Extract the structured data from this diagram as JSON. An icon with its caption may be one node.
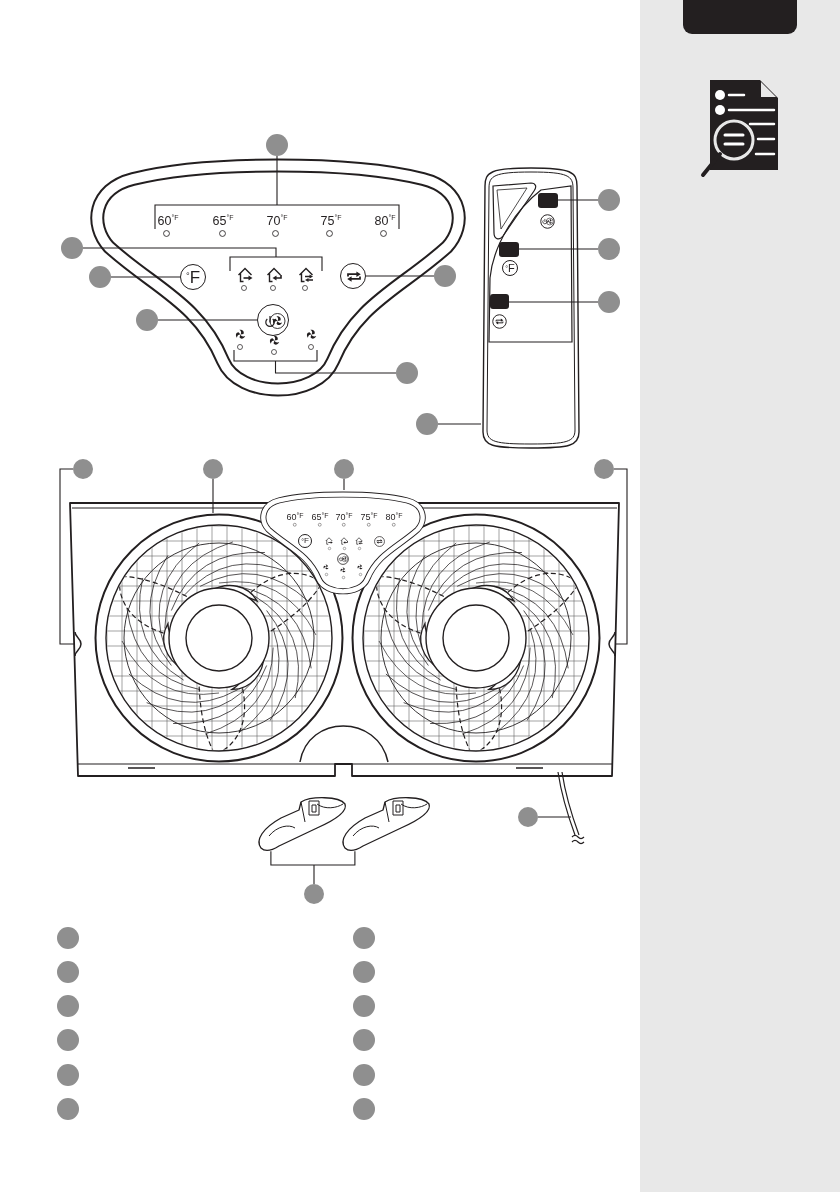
{
  "diagram": {
    "nodes": [
      {
        "text": [],
        "shape": "circle"
      },
      {
        "text": [],
        "shape": "picture"
      },
      {
        "text": [
          "60$^{°F}$",
          "65$^{°F}$",
          "70$^{°F}$",
          "75$^{°F}$",
          "80$^{°F}$"
        ],
        "in": 1
      },
      {
        "text": [],
        "shape": "circle"
      },
      {
        "text": [],
        "shape": "picture",
        "in": 1
      },
      {
        "text": [],
        "shape": "circle"
      },
      {
        "text": [
          "$^{°}$F"
        ],
        "in": 1
      },
      {
        "text": [],
        "shape": "circle",
        "in": 1
      },
      {
        "text": [],
        "shape": "circle"
      },
      {
        "text": [],
        "shape": "circle"
      },
      {
        "text": [],
        "shape": "circle",
        "in": 1
      },
      {
        "text": [],
        "shape": "picture",
        "in": 1
      },
      {
        "text": [],
        "shape": "circle"
      },
      {
        "text": [],
        "shape": "picture"
      },
      {
        "text": [],
        "shape": "box",
        "in": 13
      },
      {
        "text": [],
        "shape": "circle"
      },
      {
        "text": [],
        "shape": "box",
        "in": 13
      },
      {
        "text": [
          "$^{°}$F"
        ],
        "in": 13
      },
      {
        "text": [],
        "shape": "circle"
      },
      {
        "text": [],
        "shape": "box",
        "in": 13
      },
      {
        "text": [],
        "shape": "circle"
      },
      {
        "text": [],
        "shape": "circle"
      },
      {
        "text": [],
        "shape": "circle"
      },
      {
        "text": [],
        "shape": "circle"
      },
      {
        "text": [],
        "shape": "circle"
      },
      {
        "text": [],
        "shape": "circle"
      },
      {
        "text": [],
        "shape": "picture"
      },
      {
        "text": [],
        "shape": "picture",
        "in": 26
      },
      {
        "text": [],
        "shape": "picture",
        "in": 26
      },
      {
        "text": [
          "60$^{°F}$",
          "65$^{°F}$",
          "70$^{°F}$",
          "75$^{°F}$",
          "80$^{°F}$"
        ],
        "in": 26
      },
      {
        "text": [
          "$^{°}$F"
        ],
        "in": 29
      },
      {
        "text": [],
        "shape": "picture",
        "in": 26
      },
      {
        "text": [],
        "shape": "picture",
        "in": 26
      },
      {
        "text": [],
        "shape": "picture"
      },
      {
        "text": [],
        "shape": "circle"
      },
      {
        "text": [],
        "shape": "picture"
      },
      {
        "text": [],
        "shape": "circle"
      },
      {
        "text": [],
        "shape": "circle"
      },
      {
        "text": [],
        "shape": "circle"
      },
      {
        "text": [],
        "shape": "circle"
      },
      {
        "text": [],
        "shape": "circle"
      },
      {
        "text": [],
        "shape": "circle"
      },
      {
        "text": [],
        "shape": "circle"
      },
      {
        "text": [],
        "shape": "circle"
      },
      {
        "text": [],
        "shape": "circle"
      },
      {
        "text": [],
        "shape": "circle"
      },
      {
        "text": [],
        "shape": "circle"
      },
      {
        "text": [],
        "shape": "circle"
      },
      {
        "text": [],
        "shape": "circle"
      }
    ],
    "edges": [
      {
        "from": 0,
        "to": 2,
        "arrow": "none"
      },
      {
        "from": 3,
        "to": 4,
        "arrow": "none"
      },
      {
        "from": 5,
        "to": 6,
        "arrow": "none"
      },
      {
        "from": 8,
        "to": 7,
        "arrow": "none"
      },
      {
        "from": 9,
        "to": 10,
        "arrow": "none"
      },
      {
        "from": 12,
        "to": 11,
        "arrow": "none"
      },
      {
        "from": 15,
        "to": 14,
        "arrow": "none"
      },
      {
        "from": 18,
        "to": 16,
        "arrow": "none"
      },
      {
        "from": 20,
        "to": 19,
        "arrow": "none"
      },
      {
        "from": 21,
        "to": 13,
        "arrow": "none"
      },
      {
        "from": 22,
        "to": 27,
        "arrow": "none"
      },
      {
        "from": 23,
        "to": 28,
        "arrow": "none"
      },
      {
        "from": 24,
        "to": 29,
        "arrow": "none"
      },
      {
        "from": 25,
        "to": 32,
        "arrow": "none"
      },
      {
        "from": 34,
        "to": 35,
        "arrow": "none"
      },
      {
        "from": 36,
        "to": 33,
        "arrow": "none"
      }
    ]
  }
}
